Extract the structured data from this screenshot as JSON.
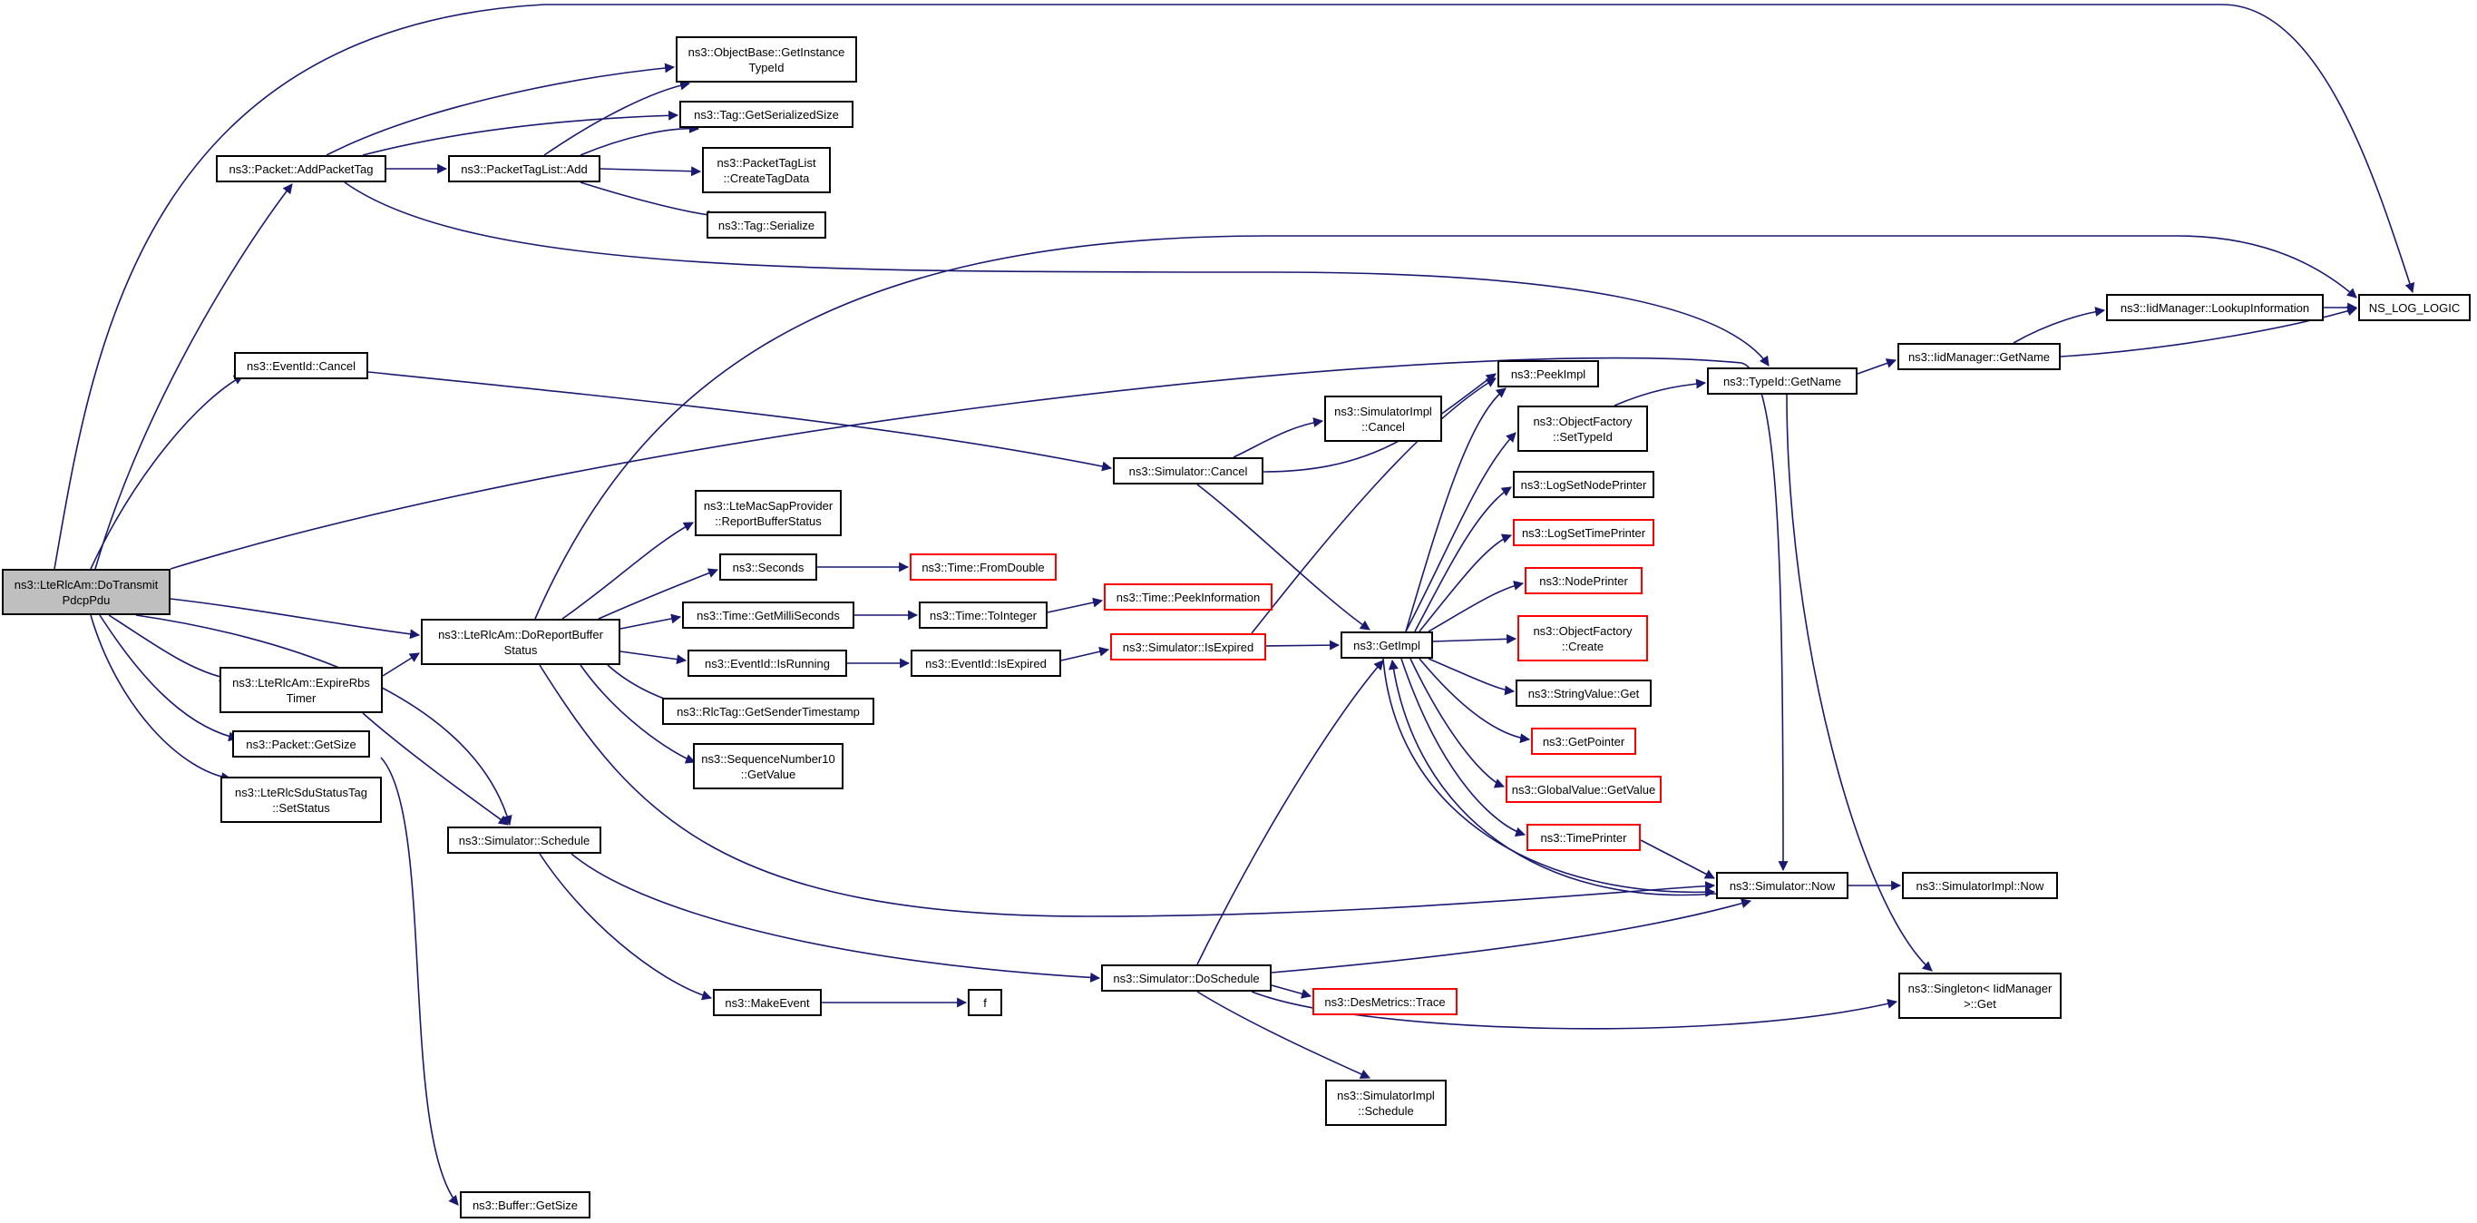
{
  "graph": {
    "edge_color": "#191970",
    "nodes": {
      "root": {
        "label": "ns3::LteRlcAm::DoTransmit\nPdcpPdu",
        "style": "root"
      },
      "addPacketTag": {
        "label": "ns3::Packet::AddPacketTag",
        "style": "normal"
      },
      "eventIdCancel": {
        "label": "ns3::EventId::Cancel",
        "style": "normal"
      },
      "expireRbs": {
        "label": "ns3::LteRlcAm::ExpireRbs\nTimer",
        "style": "normal"
      },
      "packetGetSize": {
        "label": "ns3::Packet::GetSize",
        "style": "normal"
      },
      "sduStatusTag": {
        "label": "ns3::LteRlcSduStatusTag\n::SetStatus",
        "style": "normal"
      },
      "doReportBuffer": {
        "label": "ns3::LteRlcAm::DoReportBuffer\nStatus",
        "style": "normal"
      },
      "simSchedule": {
        "label": "ns3::Simulator::Schedule",
        "style": "normal"
      },
      "bufferGetSize": {
        "label": "ns3::Buffer::GetSize",
        "style": "normal"
      },
      "objGetInstance": {
        "label": "ns3::ObjectBase::GetInstance\nTypeId",
        "style": "normal"
      },
      "tagGetSerSize": {
        "label": "ns3::Tag::GetSerializedSize",
        "style": "normal"
      },
      "packetTagListAdd": {
        "label": "ns3::PacketTagList::Add",
        "style": "normal"
      },
      "createTagData": {
        "label": "ns3::PacketTagList\n::CreateTagData",
        "style": "normal"
      },
      "tagSerialize": {
        "label": "ns3::Tag::Serialize",
        "style": "normal"
      },
      "macSapReport": {
        "label": "ns3::LteMacSapProvider\n::ReportBufferStatus",
        "style": "normal"
      },
      "seconds": {
        "label": "ns3::Seconds",
        "style": "normal"
      },
      "getMilliSeconds": {
        "label": "ns3::Time::GetMilliSeconds",
        "style": "normal"
      },
      "eventIsRunning": {
        "label": "ns3::EventId::IsRunning",
        "style": "normal"
      },
      "rlcTagTimestamp": {
        "label": "ns3::RlcTag::GetSenderTimestamp",
        "style": "normal"
      },
      "seqNumGetValue": {
        "label": "ns3::SequenceNumber10\n::GetValue",
        "style": "normal"
      },
      "makeEvent": {
        "label": "ns3::MakeEvent",
        "style": "normal"
      },
      "fNode": {
        "label": "f",
        "style": "normal"
      },
      "timeFromDouble": {
        "label": "ns3::Time::FromDouble",
        "style": "red"
      },
      "timeToInteger": {
        "label": "ns3::Time::ToInteger",
        "style": "normal"
      },
      "eventIsExpired": {
        "label": "ns3::EventId::IsExpired",
        "style": "normal"
      },
      "timePeekInfo": {
        "label": "ns3::Time::PeekInformation",
        "style": "red"
      },
      "simIsExpired": {
        "label": "ns3::Simulator::IsExpired",
        "style": "red"
      },
      "simCancel": {
        "label": "ns3::Simulator::Cancel",
        "style": "normal"
      },
      "simImplCancel": {
        "label": "ns3::SimulatorImpl\n::Cancel",
        "style": "normal"
      },
      "simDoSchedule": {
        "label": "ns3::Simulator::DoSchedule",
        "style": "normal"
      },
      "desTrace": {
        "label": "ns3::DesMetrics::Trace",
        "style": "red"
      },
      "simImplSchedule": {
        "label": "ns3::SimulatorImpl\n::Schedule",
        "style": "normal"
      },
      "getImpl": {
        "label": "ns3::GetImpl",
        "style": "normal"
      },
      "peekImpl": {
        "label": "ns3::PeekImpl",
        "style": "normal"
      },
      "objFactorySetTypeId": {
        "label": "ns3::ObjectFactory\n::SetTypeId",
        "style": "normal"
      },
      "logSetNodePrinter": {
        "label": "ns3::LogSetNodePrinter",
        "style": "normal"
      },
      "logSetTimePrinter": {
        "label": "ns3::LogSetTimePrinter",
        "style": "red"
      },
      "nodePrinter": {
        "label": "ns3::NodePrinter",
        "style": "red"
      },
      "objFactoryCreate": {
        "label": "ns3::ObjectFactory\n::Create",
        "style": "red"
      },
      "stringValueGet": {
        "label": "ns3::StringValue::Get",
        "style": "normal"
      },
      "getPointer": {
        "label": "ns3::GetPointer",
        "style": "red"
      },
      "globalValueGet": {
        "label": "ns3::GlobalValue::GetValue",
        "style": "red"
      },
      "timePrinter": {
        "label": "ns3::TimePrinter",
        "style": "red"
      },
      "simNow": {
        "label": "ns3::Simulator::Now",
        "style": "normal"
      },
      "simImplNow": {
        "label": "ns3::SimulatorImpl::Now",
        "style": "normal"
      },
      "typeIdGetName": {
        "label": "ns3::TypeId::GetName",
        "style": "normal"
      },
      "iidGetName": {
        "label": "ns3::IidManager::GetName",
        "style": "normal"
      },
      "iidLookup": {
        "label": "ns3::IidManager::LookupInformation",
        "style": "normal"
      },
      "nsLogLogic": {
        "label": "NS_LOG_LOGIC",
        "style": "normal"
      },
      "singletonGet": {
        "label": "ns3::Singleton< IidManager\n >::Get",
        "style": "normal"
      }
    }
  }
}
